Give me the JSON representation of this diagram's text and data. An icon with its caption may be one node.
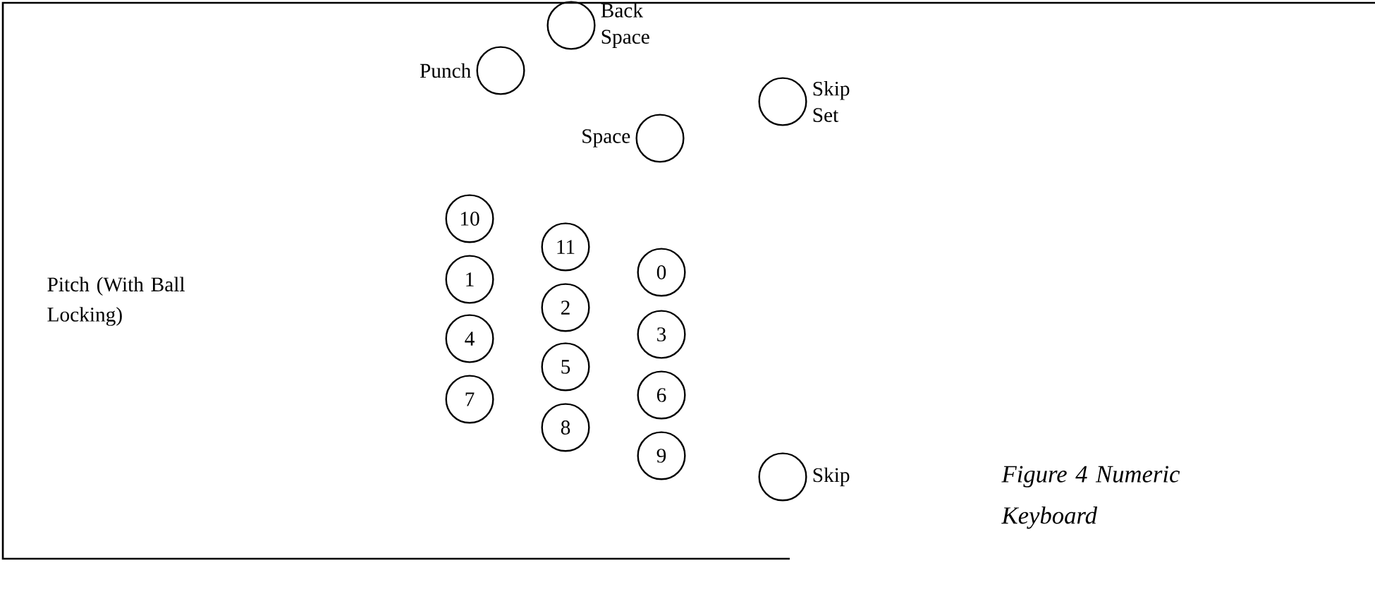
{
  "diagram": {
    "caption": "Figure 4 Numeric Keyboard",
    "nodes": [
      {
        "text": [
          "Back Space"
        ]
      },
      {
        "text": [
          "Punch"
        ]
      },
      {
        "text": [
          "Skip Set"
        ]
      },
      {
        "text": [
          "Space"
        ]
      },
      {
        "text": [
          "10"
        ]
      },
      {
        "text": [
          "11"
        ]
      },
      {
        "text": [
          "0"
        ]
      },
      {
        "text": [
          "1"
        ]
      },
      {
        "text": [
          "2"
        ]
      },
      {
        "text": [
          "3"
        ]
      },
      {
        "text": [
          "4"
        ]
      },
      {
        "text": [
          "5"
        ]
      },
      {
        "text": [
          "6"
        ]
      },
      {
        "text": [
          "7"
        ]
      },
      {
        "text": [
          "8"
        ]
      },
      {
        "text": [
          "9"
        ]
      },
      {
        "text": [
          "Skip"
        ]
      }
    ],
    "labels": [
      "Pitch (With Ball Locking)"
    ]
  }
}
